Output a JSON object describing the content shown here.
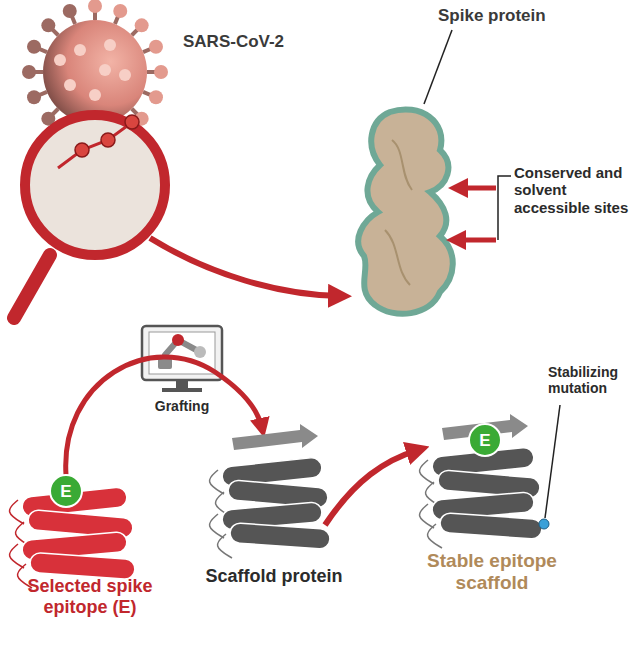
{
  "diagram": {
    "nodes": [
      {
        "text": [
          "E"
        ]
      },
      {
        "text": [
          "E"
        ]
      }
    ],
    "labels": [
      "SARS-CoV-2",
      "Spike protein",
      "Conserved and solvent accessible sites",
      "Grafting",
      "Selected spike epitope (E)",
      "Scaffold protein",
      "Stabilizing mutation",
      "Stable epitope scaffold"
    ]
  }
}
